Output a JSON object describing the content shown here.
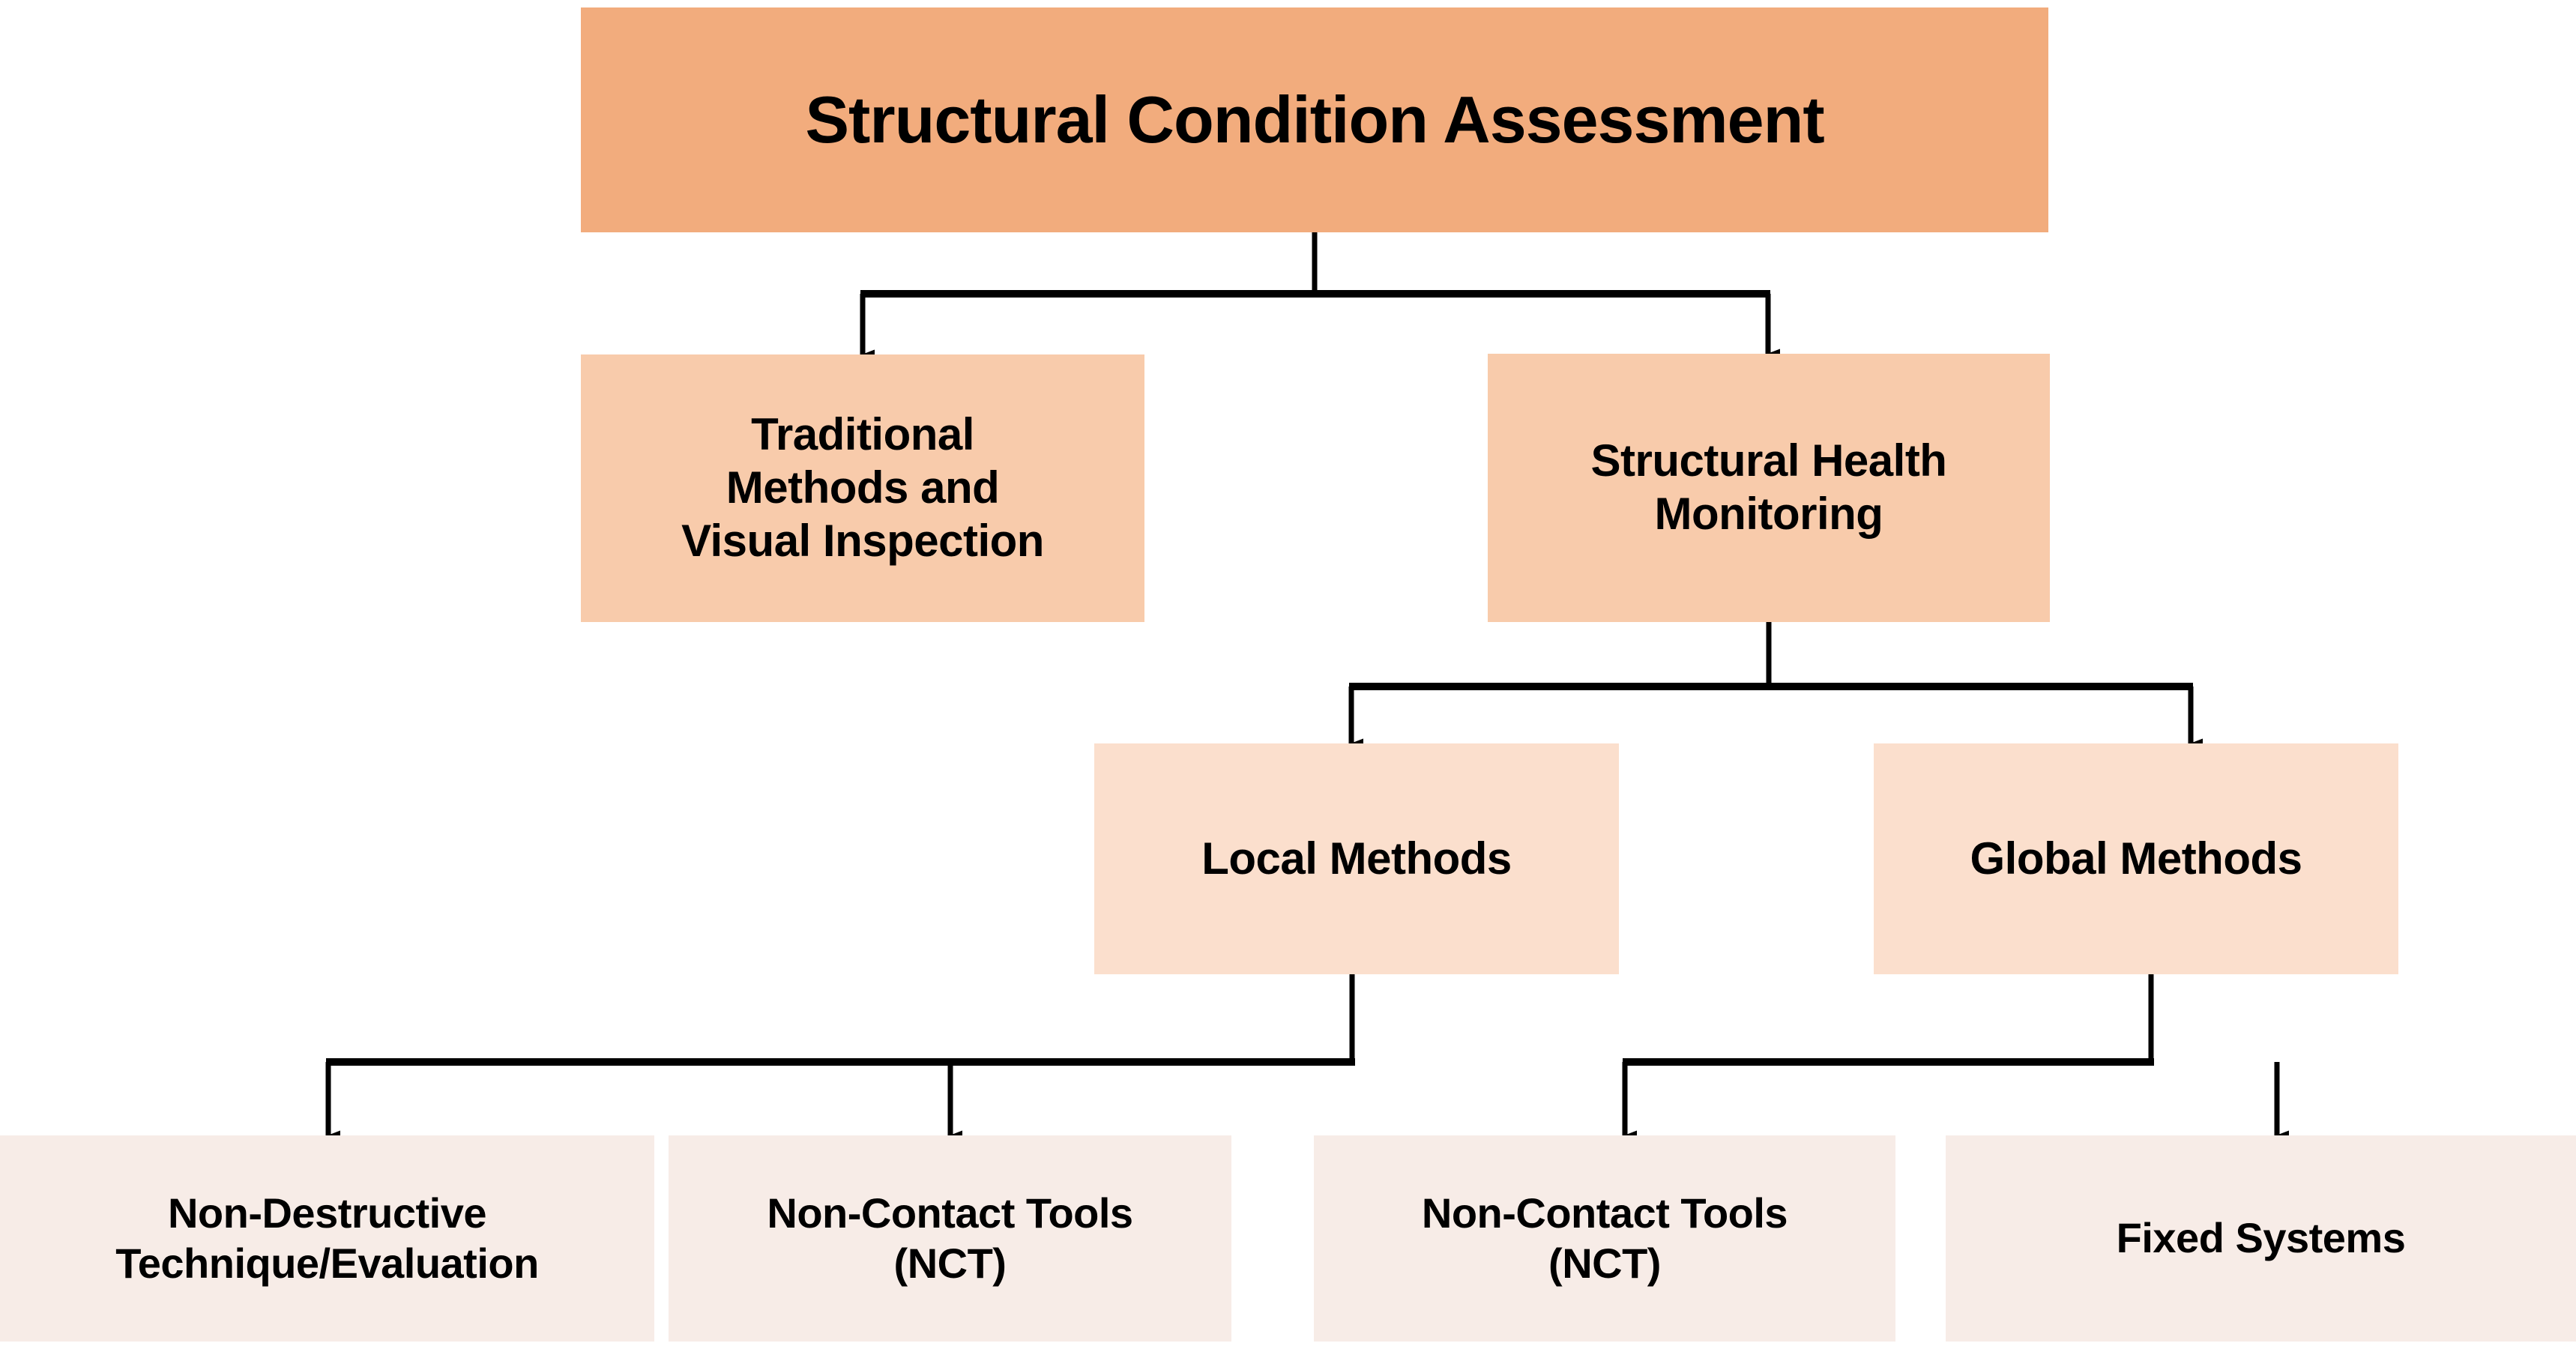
{
  "diagram": {
    "title": "Structural Condition Assessment",
    "type": "hierarchy-flowchart",
    "palette": {
      "level0_fill": "#F2AC7D",
      "level1_fill": "#F8CBAB",
      "level2_fill": "#FBDFCD",
      "level3_fill": "#F7ECE7",
      "connector_color": "#000000",
      "text_color": "#000000",
      "background": "#FFFFFF"
    },
    "nodes": {
      "root": {
        "label": "Structural Condition Assessment",
        "level": 0
      },
      "traditional": {
        "label": "Traditional\nMethods and\nVisual Inspection",
        "level": 1
      },
      "shm": {
        "label": "Structural Health\nMonitoring",
        "level": 1
      },
      "local": {
        "label": "Local Methods",
        "level": 2
      },
      "global": {
        "label": "Global Methods",
        "level": 2
      },
      "ndt": {
        "label": "Non-Destructive\nTechnique/Evaluation",
        "level": 3
      },
      "nct_local": {
        "label": "Non-Contact Tools\n(NCT)",
        "level": 3
      },
      "nct_global": {
        "label": "Non-Contact Tools\n(NCT)",
        "level": 3
      },
      "fixed": {
        "label": "Fixed Systems",
        "level": 3
      }
    },
    "edges": [
      {
        "from": "root",
        "to": "traditional"
      },
      {
        "from": "root",
        "to": "shm"
      },
      {
        "from": "shm",
        "to": "local"
      },
      {
        "from": "shm",
        "to": "global"
      },
      {
        "from": "local",
        "to": "ndt"
      },
      {
        "from": "local",
        "to": "nct_local"
      },
      {
        "from": "global",
        "to": "nct_global"
      },
      {
        "from": "global",
        "to": "fixed"
      }
    ]
  }
}
